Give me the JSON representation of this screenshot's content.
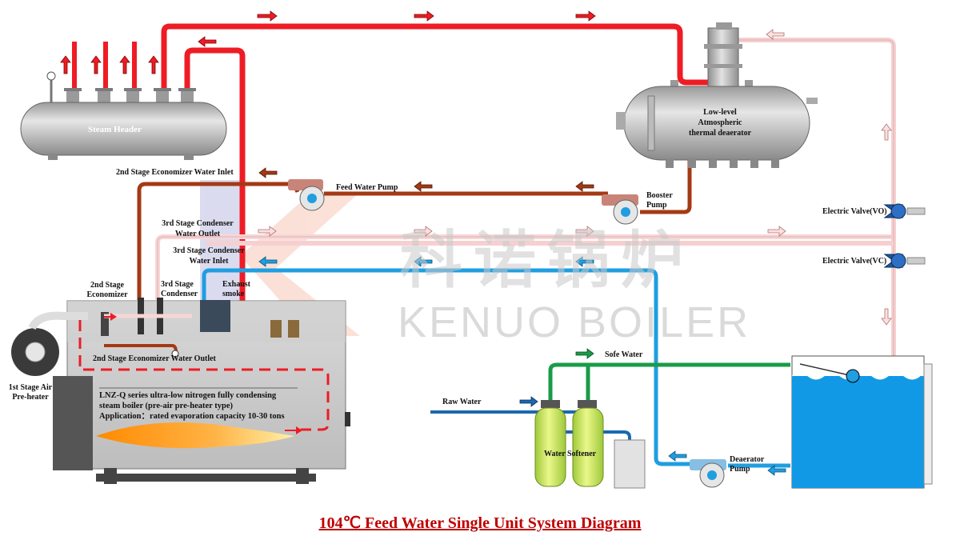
{
  "title": "104℃ Feed Water Single Unit System Diagram",
  "watermark": {
    "chinese": "科诺锅炉",
    "english": "KENUO BOILER"
  },
  "colors": {
    "steam_red": "#ee1c24",
    "feed_water_brown": "#a33a14",
    "condenser_pink": "#f8d6d6",
    "cold_water_blue": "#1f9ee0",
    "soft_water_green": "#1a9b48",
    "raw_water_blue": "#1b69b0",
    "title_red": "#c00000"
  },
  "labels": {
    "steam_header": "Steam Header",
    "deaerator_1": "Low-level",
    "deaerator_2": "Atmospheric",
    "deaerator_3": "thermal deaerator",
    "econ2_inlet": "2nd Stage Economizer Water Inlet",
    "feed_pump": "Feed Water Pump",
    "booster_1": "Booster",
    "booster_2": "Pump",
    "cond3_outlet_1": "3rd Stage Condenser",
    "cond3_outlet_2": "Water Outlet",
    "cond3_inlet_1": "3rd Stage Condenser",
    "cond3_inlet_2": "Water Inlet",
    "econ2_1": "2nd Stage",
    "econ2_2": "Economizer",
    "cond3_1": "3rd Stage",
    "cond3_2": "Condenser",
    "exhaust_1": "Exhaust",
    "exhaust_2": "smoke",
    "econ2_outlet": "2nd Stage Economizer Water Outlet",
    "air_preheater_1": "1st Stage Air",
    "air_preheater_2": "Pre-heater",
    "valve_vo": "Electric Valve(VO)",
    "valve_vc": "Electric Valve(VC)",
    "soft_water": "Sofe Water",
    "raw_water": "Raw Water",
    "water_softener": "Water Softener",
    "deaerator_pump_1": "Deaerator",
    "deaerator_pump_2": "Pump"
  },
  "boiler_description": {
    "line1": "LNZ-Q series ultra-low nitrogen fully condensing",
    "line2": "steam boiler (pre-air pre-heater type)",
    "line3": "Application：rated evaporation capacity 10-30 tons"
  }
}
